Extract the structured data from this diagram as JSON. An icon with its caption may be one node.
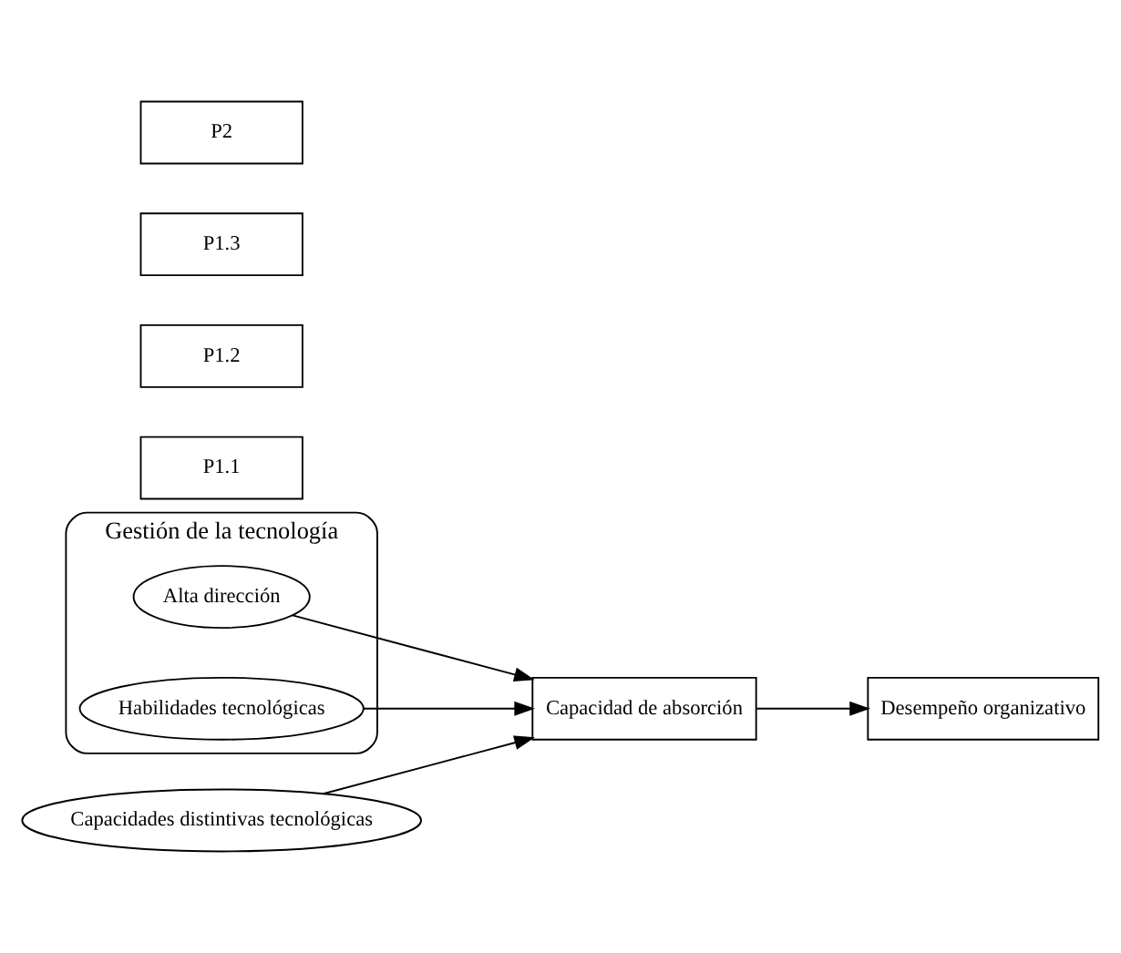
{
  "diagram": {
    "nodes": [
      {
        "text": [
          "Gestión de la tecnología"
        ]
      },
      {
        "text": [
          "Alta dirección"
        ],
        "in": 0
      },
      {
        "text": [
          "Habilidades tecnológicas"
        ],
        "in": 0
      },
      {
        "text": [
          "Capacidades distintivas tecnológicas"
        ]
      },
      {
        "text": [
          "Capacidad de absorción"
        ]
      },
      {
        "text": [
          "Desempeño organizativo"
        ]
      },
      {
        "text": [
          "P1.1"
        ]
      },
      {
        "text": [
          "P1.2"
        ]
      },
      {
        "text": [
          "P1.3"
        ]
      },
      {
        "text": [
          "P2"
        ]
      }
    ],
    "edges": [
      {
        "from": 1,
        "to": 4,
        "arrow": "to"
      },
      {
        "from": 2,
        "to": 4,
        "arrow": "to"
      },
      {
        "from": 3,
        "to": 4,
        "arrow": "to"
      },
      {
        "from": 4,
        "to": 5,
        "arrow": "to"
      }
    ]
  }
}
